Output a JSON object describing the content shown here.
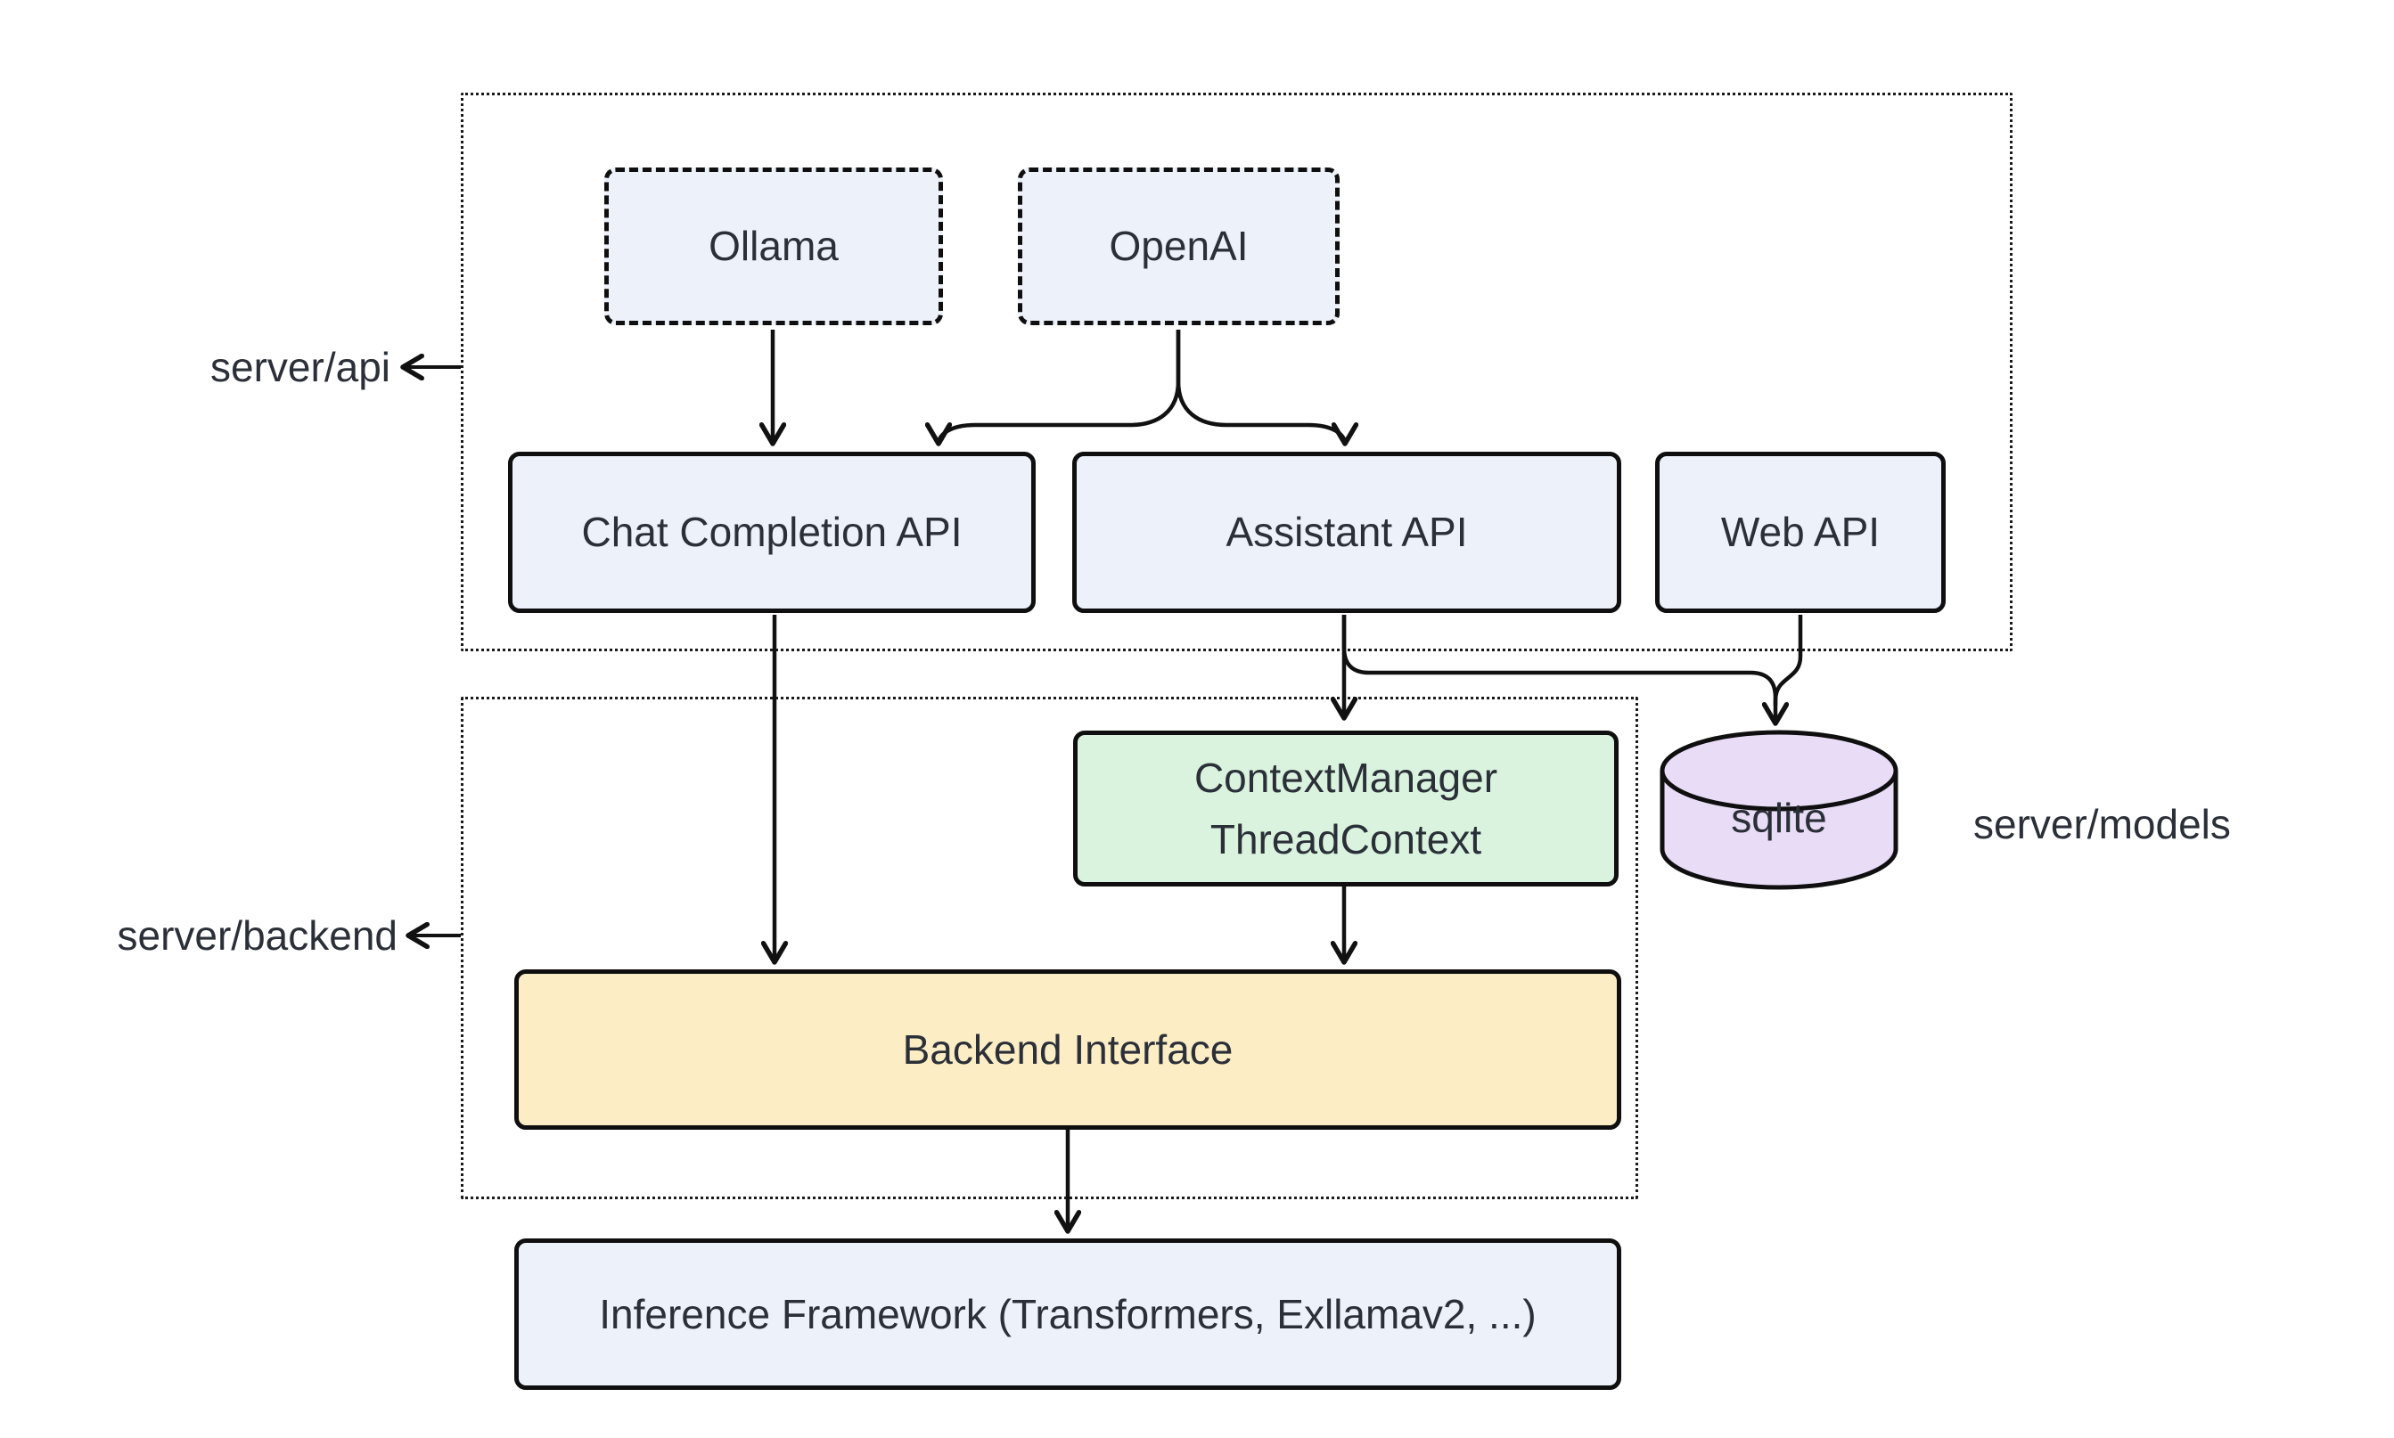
{
  "containers": {
    "api": {
      "label": "server/api"
    },
    "backend": {
      "label": "server/backend"
    }
  },
  "side_labels": {
    "models": "server/models"
  },
  "nodes": {
    "ollama": {
      "label": "Ollama"
    },
    "openai": {
      "label": "OpenAI"
    },
    "chat_completion_api": {
      "label": "Chat Completion API"
    },
    "assistant_api": {
      "label": "Assistant API"
    },
    "web_api": {
      "label": "Web API"
    },
    "context_manager": {
      "line1": "ContextManager",
      "line2": "ThreadContext"
    },
    "sqlite": {
      "label": "sqlite"
    },
    "backend_interface": {
      "label": "Backend Interface"
    },
    "inference_framework": {
      "label": "Inference Framework (Transformers, Exllamav2, ...)"
    }
  },
  "edges": [
    {
      "from": "Ollama",
      "to": "Chat Completion API"
    },
    {
      "from": "OpenAI",
      "to": "Chat Completion API"
    },
    {
      "from": "OpenAI",
      "to": "Assistant API"
    },
    {
      "from": "Chat Completion API",
      "to": "Backend Interface"
    },
    {
      "from": "Assistant API",
      "to": "ContextManager / ThreadContext"
    },
    {
      "from": "Assistant API",
      "to": "sqlite"
    },
    {
      "from": "Web API",
      "to": "sqlite"
    },
    {
      "from": "ContextManager / ThreadContext",
      "to": "Backend Interface"
    },
    {
      "from": "Backend Interface",
      "to": "Inference Framework (Transformers, Exllamav2, ...)"
    }
  ],
  "colors": {
    "node_fill_blue": "#EDF1FA",
    "node_fill_green": "#D9F3DE",
    "node_fill_purple": "#E8DCF7",
    "node_fill_yellow": "#FCEDC5",
    "node_border": "#0F0F0F",
    "cluster_border": "#1A1A1A",
    "edge": "#111111",
    "text": "#2B2F38",
    "background": "#FFFFFF"
  }
}
